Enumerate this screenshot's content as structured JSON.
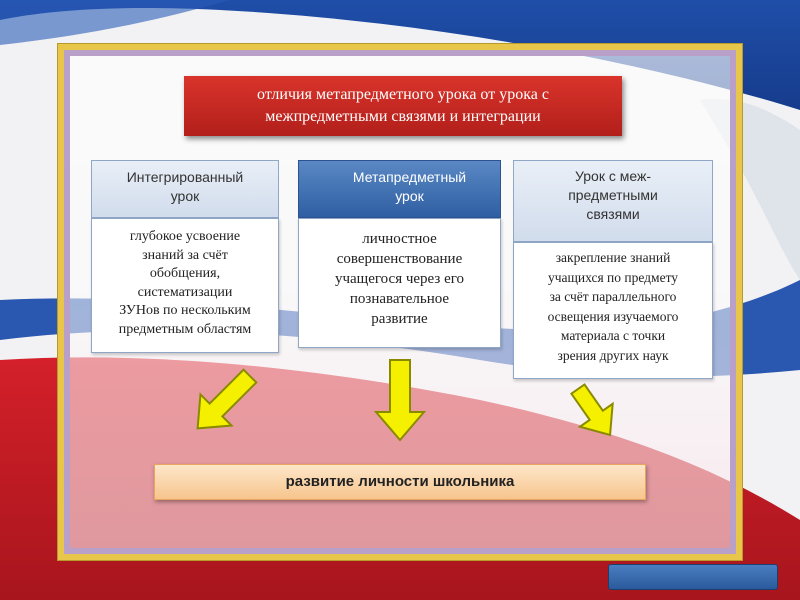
{
  "colors": {
    "title_bg": "#c62a24",
    "metasubject_header_bg": "#3a6cb0",
    "header_bg": "#dce5f1",
    "result_bg": "#f9d3a8",
    "arrow_fill": "#f4f000",
    "frame_gold": "#e7c64a"
  },
  "title": {
    "line1": "отличия метапредметного урока от урока с",
    "line2": "межпредметными связями и интеграции"
  },
  "columns": [
    {
      "header_lines": [
        "Интегрированный",
        "урок"
      ],
      "body_lines": [
        "глубокое усвоение",
        "знаний за счёт",
        "обобщения,",
        "систематизации",
        "ЗУНов по нескольким",
        "предметным областям"
      ]
    },
    {
      "header_lines": [
        "Метапредметный",
        "урок"
      ],
      "body_lines": [
        "личностное",
        "совершенствование",
        "учащегося через его",
        "познавательное",
        "развитие"
      ]
    },
    {
      "header_lines": [
        "Урок с меж-",
        "предметными",
        "связями"
      ],
      "body_lines": [
        "закрепление знаний",
        "учащихся по предмету",
        "за счёт параллельного",
        "освещения изучаемого",
        "материала с точки",
        "зрения других наук"
      ]
    }
  ],
  "result": {
    "label": "развитие личности школьника"
  }
}
